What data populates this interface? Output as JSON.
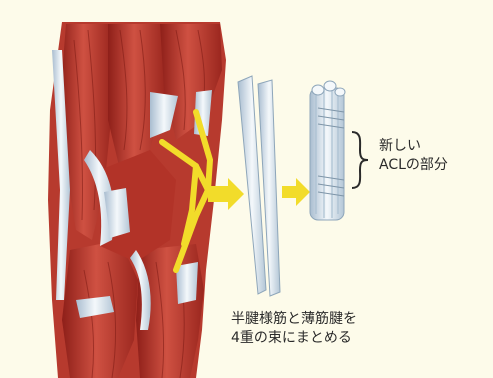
{
  "labels": {
    "new_acl_line1": "新しい",
    "new_acl_line2": "ACLの部分",
    "bundle_line1": "半腱様筋と薄筋腱を",
    "bundle_line2": "4重の束にまとめる"
  },
  "colors": {
    "background": "#fdfbea",
    "muscle_dark": "#a52a22",
    "muscle": "#c8483b",
    "muscle_light": "#e07a6a",
    "tendon": "#e8f0f6",
    "tendon_shadow": "#9fb5c8",
    "arrow": "#f2dc2a"
  }
}
